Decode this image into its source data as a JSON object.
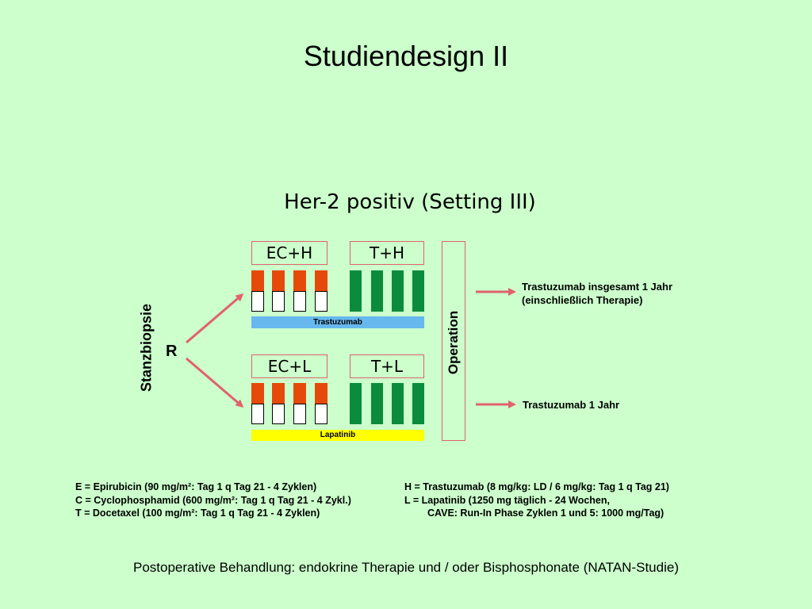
{
  "slide": {
    "title": "Studiendesign II",
    "subtitle": "Her-2 positiv (Setting III)"
  },
  "diagram": {
    "side_label": "Stanzbiopsie",
    "randomization_label": "R",
    "arm1": {
      "box1": "EC+H",
      "box2": "T+H",
      "bar_label": "Trastuzumab"
    },
    "arm2": {
      "box1": "EC+L",
      "box2": "T+L",
      "bar_label": "Lapatinib"
    },
    "operation_label": "Operation",
    "result1_line1": "Trastuzumab insgesamt 1 Jahr",
    "result1_line2": "(einschließlich Therapie)",
    "result2": "Trastuzumab 1 Jahr",
    "colors": {
      "background": "#ccffcc",
      "ec_top": "#e64a0a",
      "t_block": "#0a8c3c",
      "trastuzumab_bar": "#66b8ee",
      "lapatinib_bar": "#ffff00",
      "arrow": "#e0626b"
    }
  },
  "legend": {
    "left": [
      "E = Epirubicin  (90 mg/m²: Tag 1 q Tag 21 - 4 Zyklen)",
      "C = Cyclophosphamid  (600 mg/m²: Tag 1 q Tag 21 - 4 Zykl.)",
      "T = Docetaxel  (100 mg/m²: Tag 1 q Tag 21 - 4 Zyklen)"
    ],
    "right": [
      "H = Trastuzumab  (8 mg/kg: LD / 6 mg/kg: Tag 1 q Tag 21)",
      "L = Lapatinib  (1250 mg täglich - 24 Wochen,",
      "CAVE: Run-In Phase Zyklen 1 und 5: 1000 mg/Tag)"
    ]
  },
  "footer": "Postoperative Behandlung: endokrine Therapie und / oder Bisphosphonate (NATAN-Studie)"
}
